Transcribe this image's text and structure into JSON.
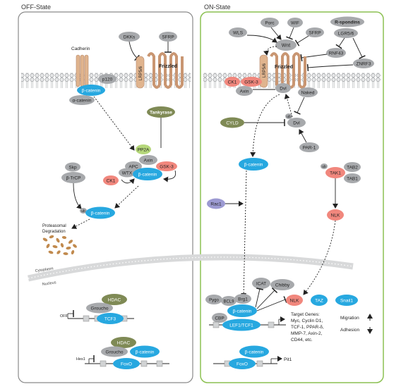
{
  "panels": {
    "off_title": "OFF-State",
    "on_title": "ON-State"
  },
  "colors": {
    "blue": "#27a8e0",
    "gray": "#a7a9ac",
    "salmon": "#f1877d",
    "olive": "#7f8a55",
    "green": "#b5d77a",
    "purple": "#9c9ad2",
    "membrane_tan": "#e0b48e",
    "panel_green": "#8cc152",
    "panel_gray": "#8a8a8a"
  },
  "off": {
    "dkk": "DKKs",
    "sfrp": "SFRP",
    "cadherin": "Cadherin",
    "lrp": "LRP5/6",
    "frizzled": "Frizzled",
    "p120": "p120",
    "beta_catenin": "β-catenin",
    "alpha_catenin": "α-catenin",
    "tankyrase": "Tankyrase",
    "pp2a": "PP2A",
    "axin": "Axin",
    "apc": "APC",
    "wtx": "WTX",
    "gsk3": "GSK-3",
    "ck1": "CK1",
    "skp": "Skp",
    "btrcp": "β-TrCP",
    "ub": "ub",
    "degradation": [
      "Proteasomal",
      "Degradation"
    ],
    "cytoplasm": "Cytoplasm",
    "nucleus": "Nucleus",
    "hdac": "HDAC",
    "groucho": "Groucho",
    "tcf": "TCF3",
    "off_label": "OFF",
    "foxo": "FoxO",
    "hes1": "Hes1"
  },
  "on": {
    "wls": "WLS",
    "porc": "Porc",
    "wif": "WIF",
    "rspondin": "R-spondins",
    "sfrp": "SFRP",
    "lgr": "LGR5/6",
    "wnt": "Wnt",
    "rnf43": "RNF43",
    "znrf3": "ZNRF3",
    "lrp": "LRP5/6",
    "frizzled": "Frizzled",
    "ck1": "CK1",
    "gsk3": "GSK-3",
    "axin": "Axin",
    "dvl": "Dvl",
    "naked": "Naked",
    "cyld": "CYLD",
    "ub": "ub",
    "beta_catenin": "β-catenin",
    "par1": "PAR-1",
    "tab2": "TAB2",
    "tak1": "TAK1",
    "tab1": "TAB1",
    "rac1": "Rac1",
    "nlk": "NLK",
    "icat": "ICAT",
    "chibby": "Chibby",
    "pygo": "Pygo",
    "bcl9": "BCL9",
    "brg1": "Brg1",
    "cbp": "CBP",
    "lef": "LEF1/TCF1",
    "taz": "TAZ",
    "snail": "Snail1",
    "targets": [
      "Target Genes:",
      "Myc, Cyclin D1,",
      "TCF-1, PPAR-δ,",
      "MMP-7, Axin-2,",
      "CD44, etc."
    ],
    "migration": "Migration",
    "adhesion": "Adhesion",
    "foxo": "FoxO",
    "pitl": "Pit1"
  }
}
